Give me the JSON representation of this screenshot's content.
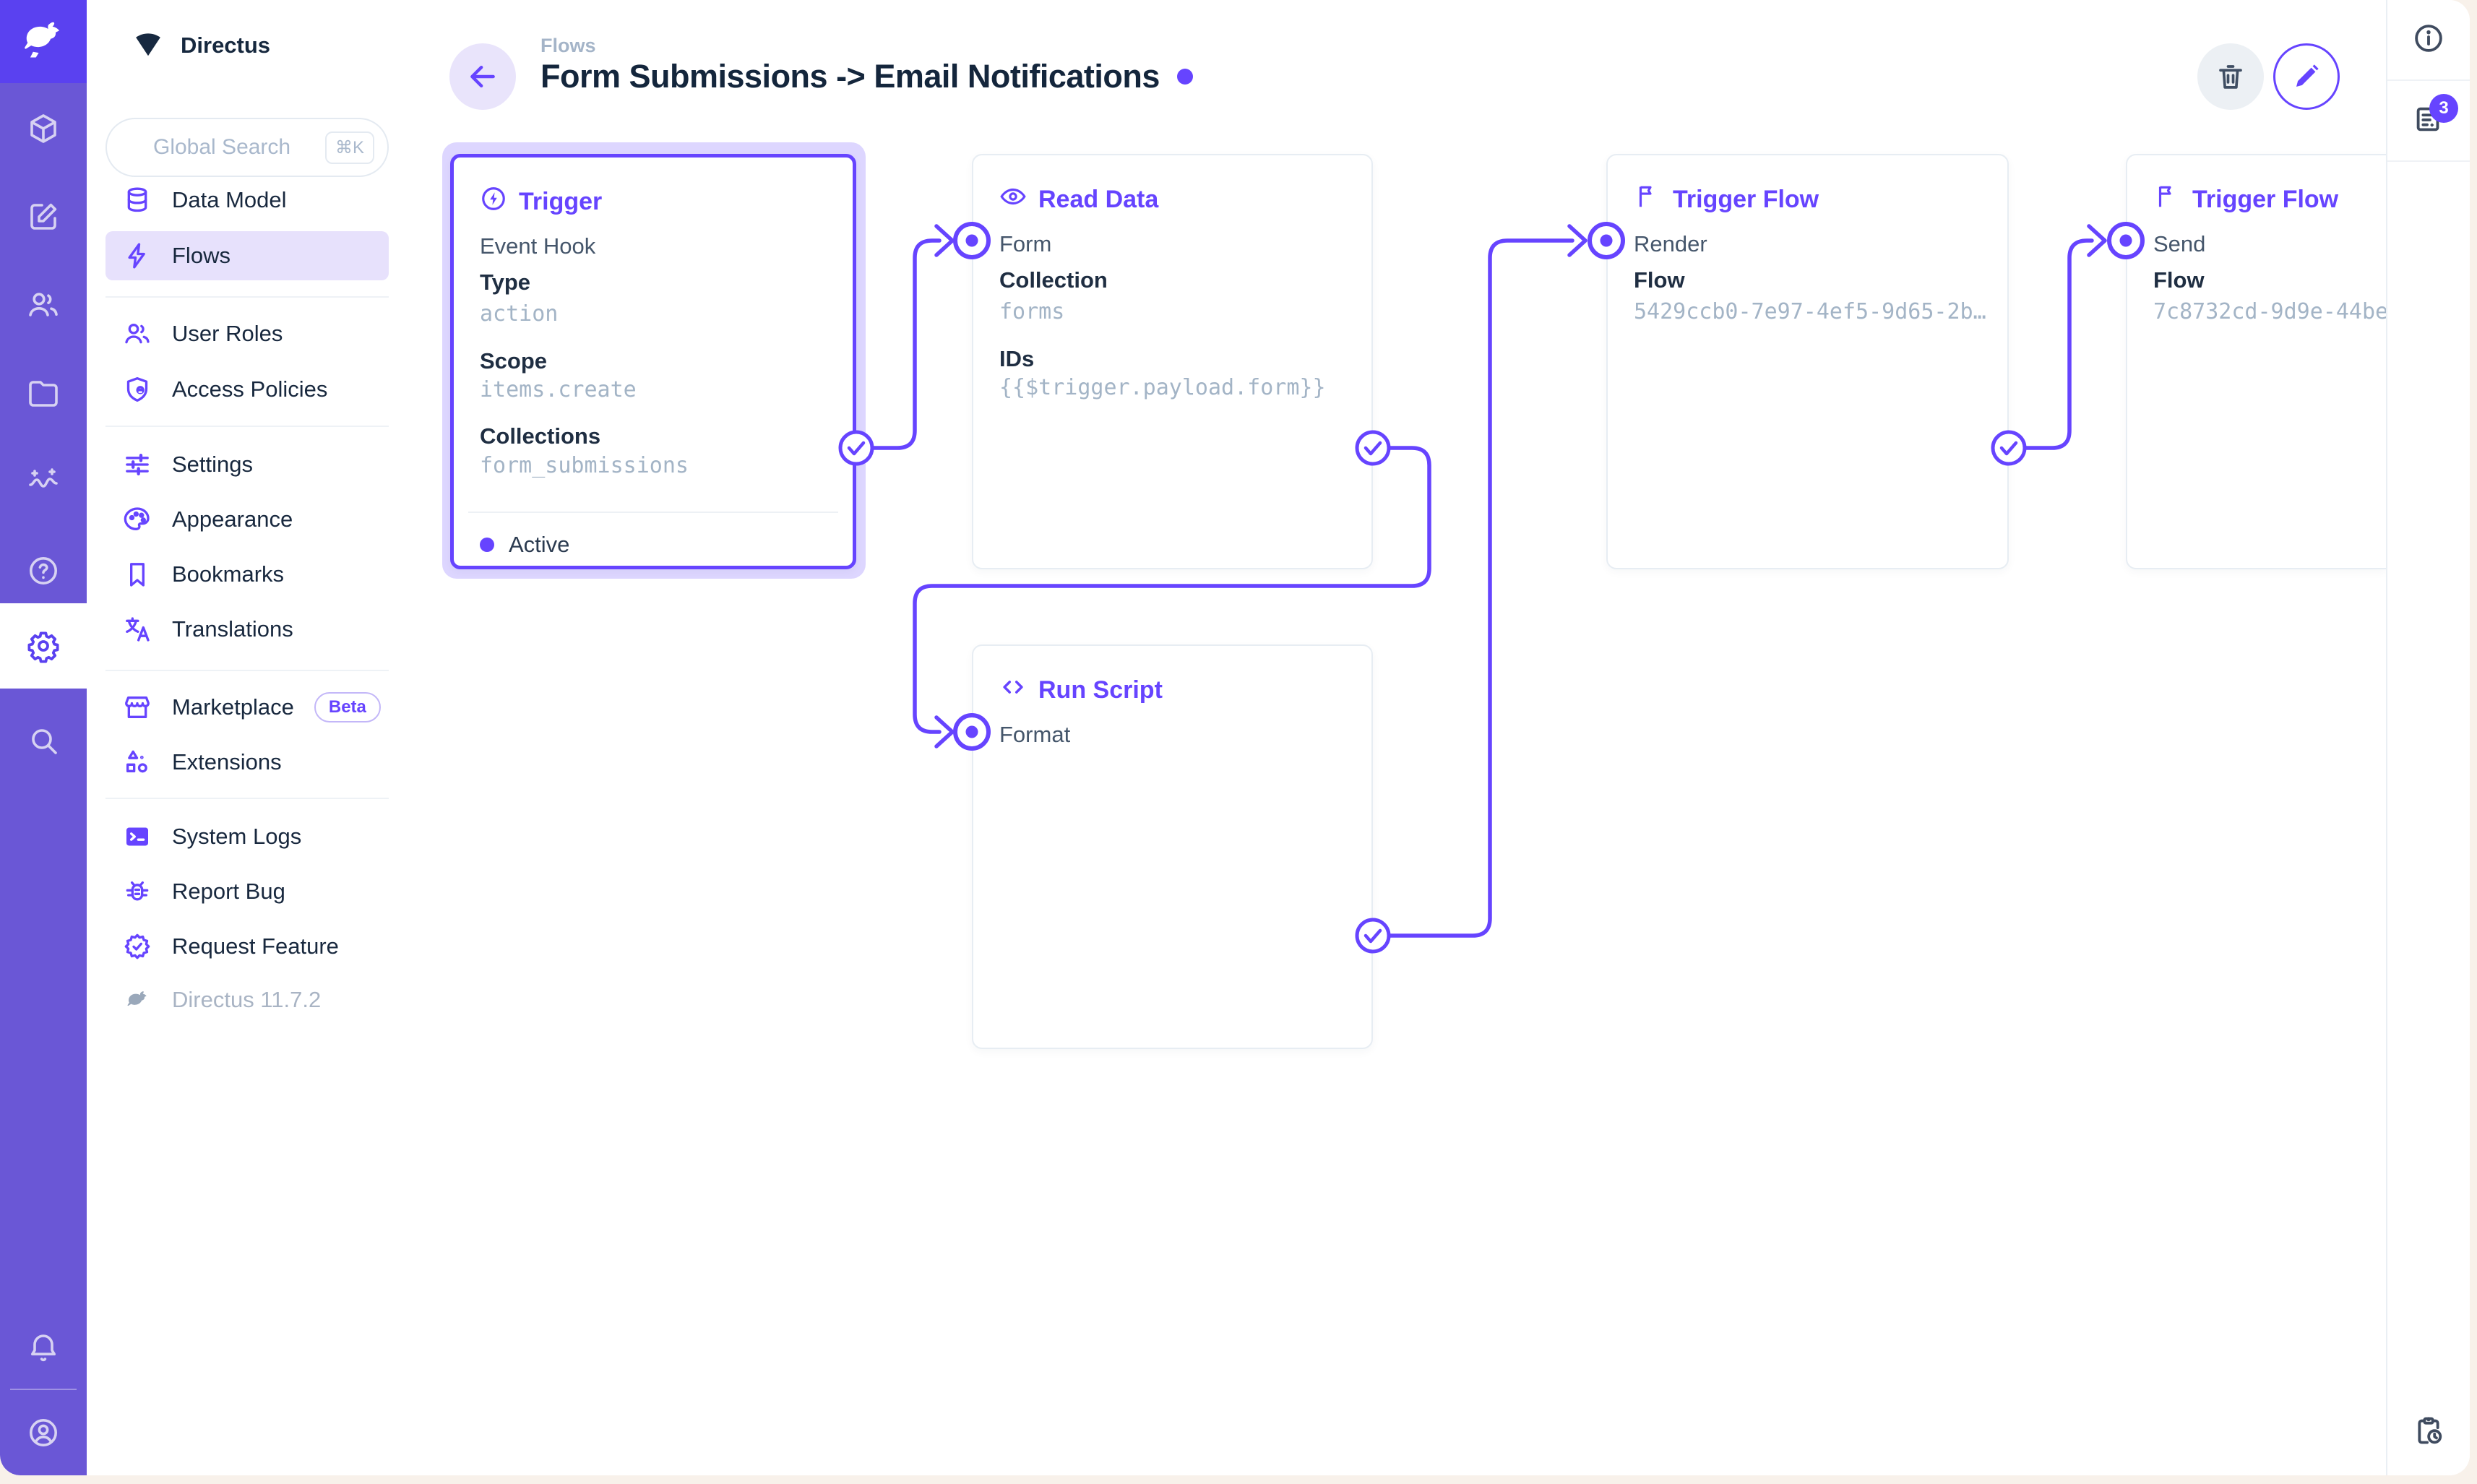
{
  "app": {
    "brand": "Directus"
  },
  "sidebar": {
    "project": "Directus",
    "search": {
      "placeholder": "Global Search",
      "shortcut": "⌘K"
    },
    "items": [
      {
        "label": "Data Model"
      },
      {
        "label": "Flows"
      },
      {
        "label": "User Roles"
      },
      {
        "label": "Access Policies"
      },
      {
        "label": "Settings"
      },
      {
        "label": "Appearance"
      },
      {
        "label": "Bookmarks"
      },
      {
        "label": "Translations"
      },
      {
        "label": "Marketplace",
        "badge": "Beta"
      },
      {
        "label": "Extensions"
      },
      {
        "label": "System Logs"
      },
      {
        "label": "Report Bug"
      },
      {
        "label": "Request Feature"
      }
    ],
    "version": "Directus 11.7.2"
  },
  "header": {
    "breadcrumb": "Flows",
    "title": "Form Submissions -> Email Notifications"
  },
  "right_sidebar": {
    "notifications_count": "3"
  },
  "canvas": {
    "panels": [
      {
        "title": "Trigger",
        "subtitle": "Event Hook",
        "fields": [
          {
            "label": "Type",
            "value": "action"
          },
          {
            "label": "Scope",
            "value": "items.create"
          },
          {
            "label": "Collections",
            "value": "form_submissions"
          }
        ],
        "status": "Active"
      },
      {
        "title": "Read Data",
        "input": "Form",
        "fields": [
          {
            "label": "Collection",
            "value": "forms"
          },
          {
            "label": "IDs",
            "value": "{{$trigger.payload.form}}"
          }
        ]
      },
      {
        "title": "Trigger Flow",
        "input": "Render",
        "fields": [
          {
            "label": "Flow",
            "value": "5429ccb0-7e97-4ef5-9d65-2b…"
          }
        ]
      },
      {
        "title": "Trigger Flow",
        "input": "Send",
        "fields": [
          {
            "label": "Flow",
            "value": "7c8732cd-9d9e-44be"
          }
        ]
      },
      {
        "title": "Run Script",
        "input": "Format",
        "fields": []
      }
    ]
  },
  "colors": {
    "brand": "#6644FF",
    "module_bar": "#6A57D6",
    "logo_bg": "#5A41F0",
    "active_nav_bg": "#E7E1FC",
    "mono_text": "#A3B4C6",
    "halo": "rgba(102,68,255,0.22)",
    "body_background": "#F8F1EA"
  }
}
